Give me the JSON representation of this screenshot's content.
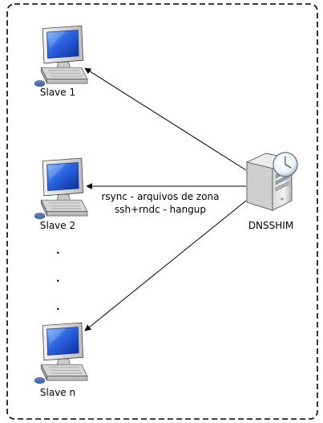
{
  "diagram": {
    "server": {
      "label": "DNSSHIM",
      "icon": "server-icon"
    },
    "slaves": [
      {
        "label": "Slave 1",
        "icon": "computer-icon"
      },
      {
        "label": "Slave 2",
        "icon": "computer-icon"
      },
      {
        "label": "Slave n",
        "icon": "computer-icon"
      }
    ],
    "edge_label": {
      "line1": "rsync - arquivos de zona",
      "line2": "ssh+rndc - hangup"
    },
    "ellipsis": ".",
    "colors": {
      "border": "#000000",
      "screen": "#1e4fd0",
      "screen_highlight": "#5aa0ff",
      "monitor_body": "#e8e8e8",
      "mouse": "#4a6fb5"
    }
  }
}
